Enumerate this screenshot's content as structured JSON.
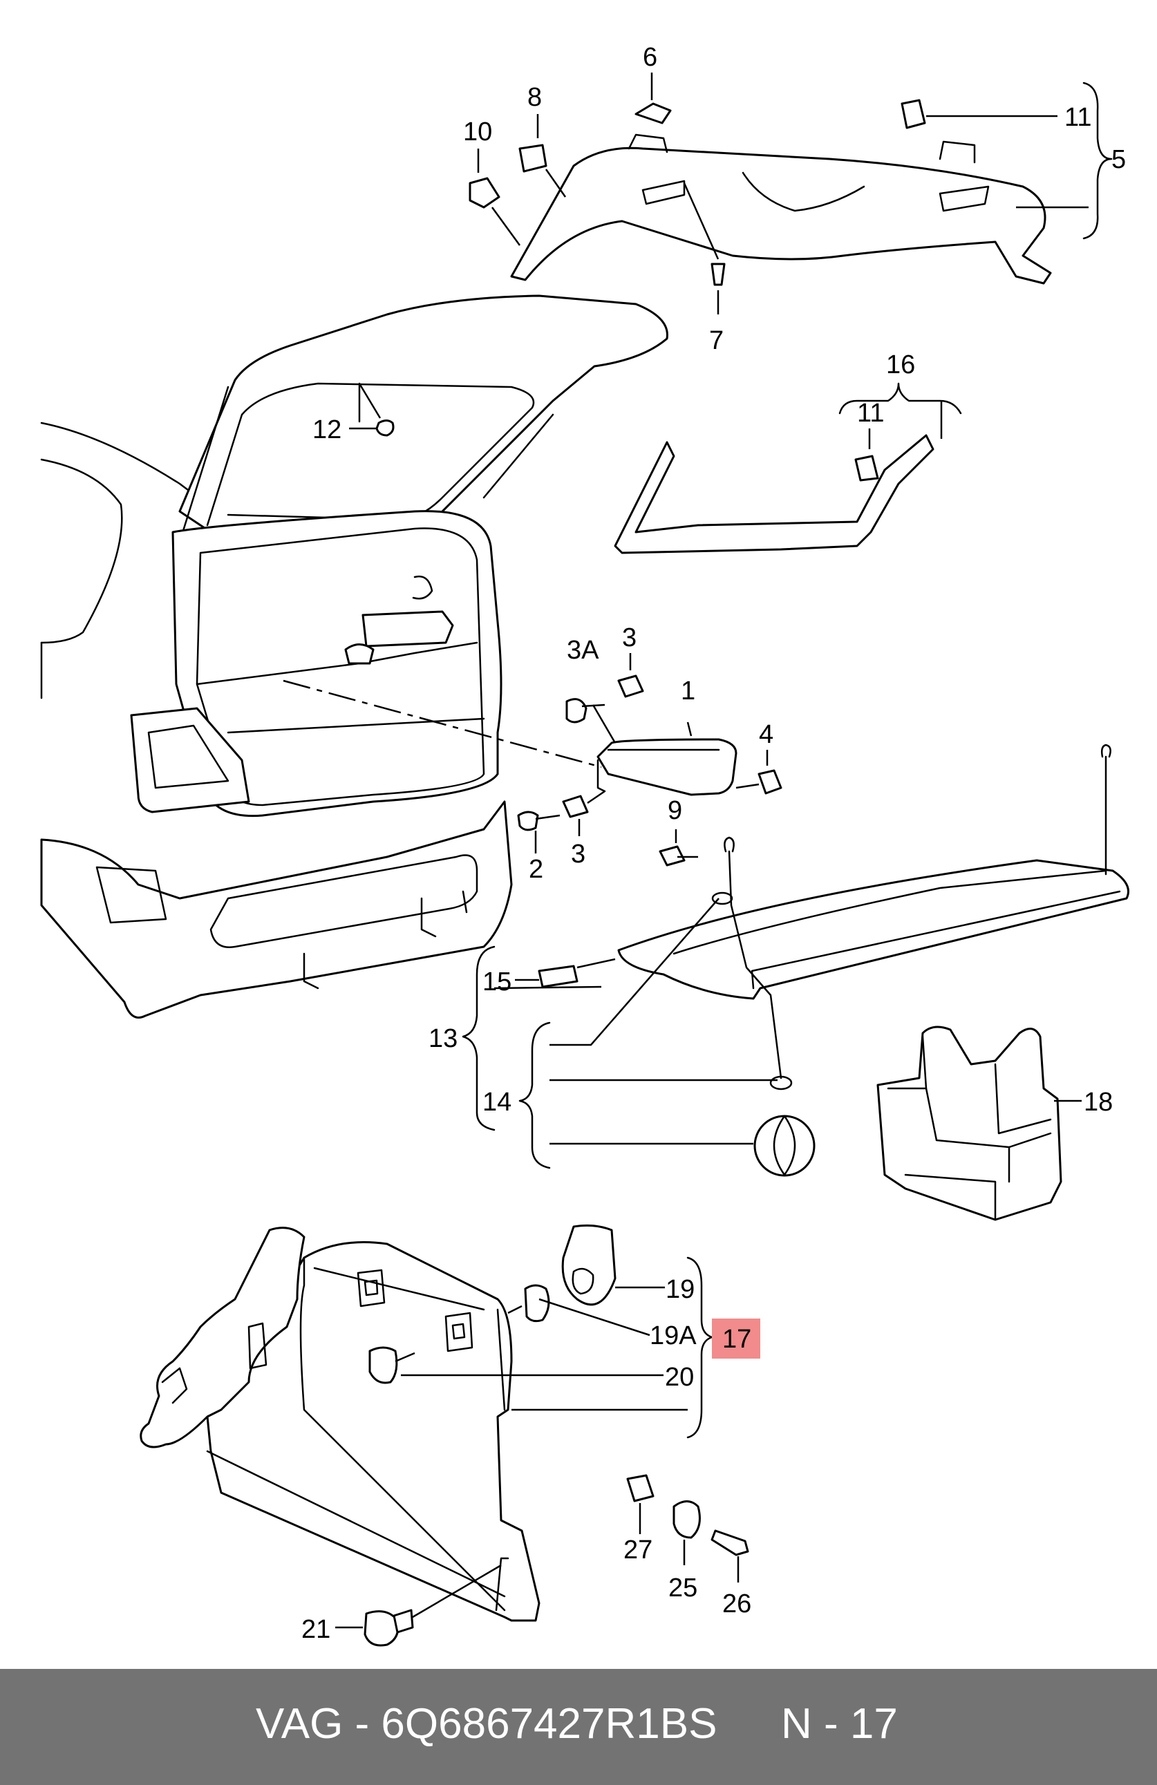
{
  "labels": {
    "p1": "1",
    "p2": "2",
    "p3a": "3",
    "p3b": "3",
    "p3A": "3A",
    "p4": "4",
    "p5": "5",
    "p6": "6",
    "p7": "7",
    "p8": "8",
    "p9": "9",
    "p10": "10",
    "p11a": "11",
    "p11b": "11",
    "p12": "12",
    "p13": "13",
    "p14": "14",
    "p15": "15",
    "p16": "16",
    "p17": "17",
    "p18": "18",
    "p19": "19",
    "p19A": "19A",
    "p20": "20",
    "p21": "21",
    "p25": "25",
    "p26": "26",
    "p27": "27"
  },
  "highlight": {
    "part": "17",
    "color": "#f28b8b"
  },
  "footer": {
    "part_info": "VAG - 6Q6867427R1BS",
    "page_ref": "N - 17",
    "background": "#737373"
  }
}
